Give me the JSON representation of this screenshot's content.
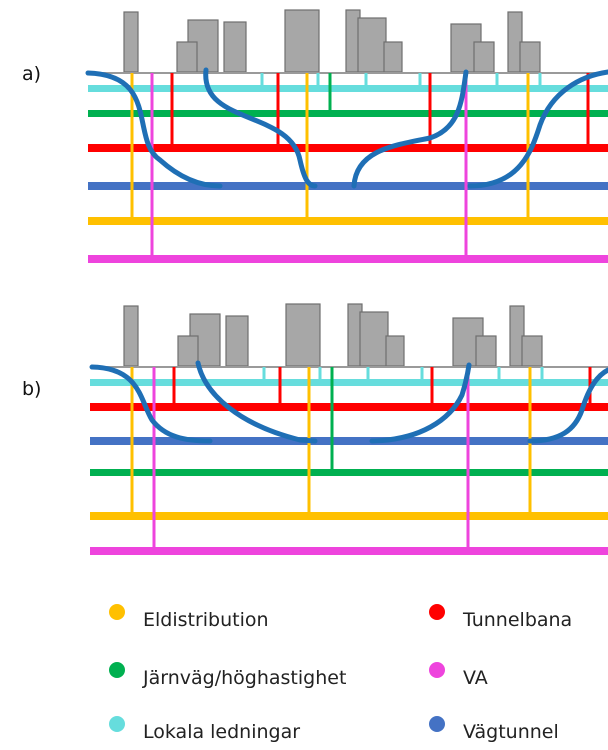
{
  "panels": [
    {
      "id": "a",
      "label": "a)"
    },
    {
      "id": "b",
      "label": "b)"
    }
  ],
  "legend": [
    {
      "key": "eldistribution",
      "label": "Eldistribution",
      "color": "#ffc000"
    },
    {
      "key": "tunnelbana",
      "label": "Tunnelbana",
      "color": "#ff0000"
    },
    {
      "key": "jarnvag",
      "label": "Järnväg/höghastighet",
      "color": "#00b050"
    },
    {
      "key": "va",
      "label": "VA",
      "color": "#ee44dd"
    },
    {
      "key": "lokala",
      "label": "Lokala ledningar",
      "color": "#66dddd"
    },
    {
      "key": "vagtunnel",
      "label": "Vägtunnel",
      "color": "#4472c4"
    }
  ],
  "colors": {
    "building": "#a7a7a7",
    "ground": "#9a9a9a",
    "vagtunnel_curve": "#1f6fb5"
  }
}
